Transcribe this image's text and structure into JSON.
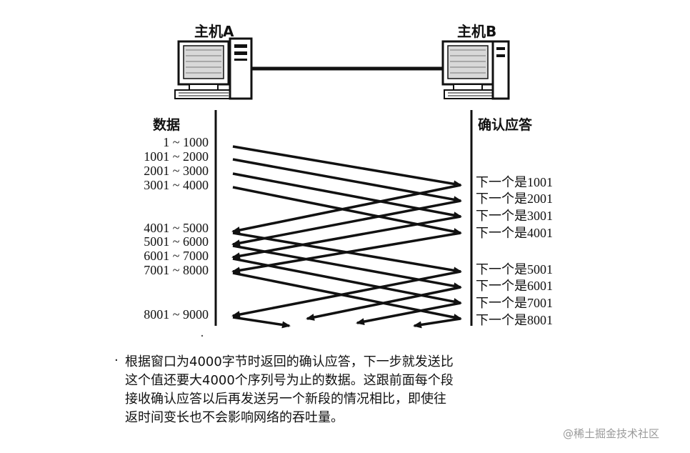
{
  "hosts": {
    "a": {
      "label": "主机A"
    },
    "b": {
      "label": "主机B"
    }
  },
  "columns": {
    "data_header": "数据",
    "ack_header": "确认应答"
  },
  "segments": [
    "1 ~ 1000",
    "1001 ~ 2000",
    "2001 ~ 3000",
    "3001 ~ 4000",
    "4001 ~ 5000",
    "5001 ~ 6000",
    "6001 ~ 7000",
    "7001 ~ 8000",
    "8001 ~ 9000"
  ],
  "acks": [
    "下一个是1001",
    "下一个是2001",
    "下一个是3001",
    "下一个是4001",
    "下一个是5001",
    "下一个是6001",
    "下一个是7001",
    "下一个是8001"
  ],
  "note": {
    "bullet": "·",
    "lines": [
      "根据窗口为4000字节时返回的确认应答，下一步就发送比",
      "这个值还要大4000个序列号为止的数据。这跟前面每个段",
      "接收确认应答以后再发送另一个新段的情况相比，即使往",
      "返时间变长也不会影响网络的吞吐量。"
    ]
  },
  "watermark": "@稀土掘金技术社区"
}
